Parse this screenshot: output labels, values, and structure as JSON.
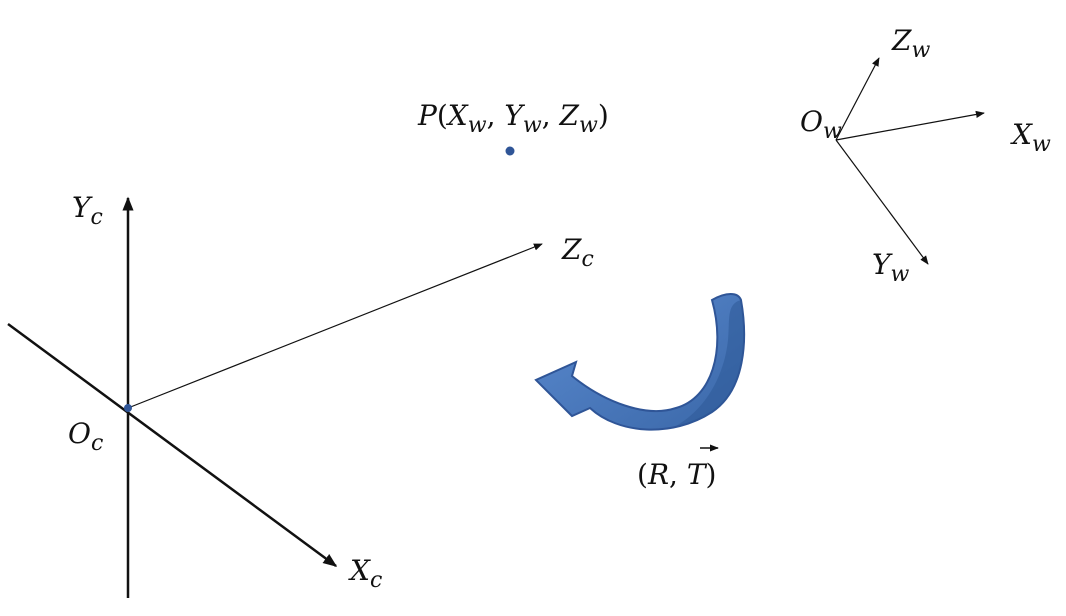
{
  "point": {
    "name": "P",
    "args": [
      "X",
      "w",
      "Y",
      "w",
      "Z",
      "w"
    ]
  },
  "camera_frame": {
    "origin": {
      "base": "O",
      "sub": "c"
    },
    "y_axis": {
      "base": "Y",
      "sub": "c"
    },
    "z_axis": {
      "base": "Z",
      "sub": "c"
    },
    "x_axis": {
      "base": "X",
      "sub": "c"
    }
  },
  "world_frame": {
    "origin": {
      "base": "O",
      "sub": "w"
    },
    "z_axis": {
      "base": "Z",
      "sub": "w"
    },
    "x_axis": {
      "base": "X",
      "sub": "w"
    },
    "y_axis": {
      "base": "Y",
      "sub": "w"
    }
  },
  "transform": {
    "rotation": "R",
    "translation": "T"
  },
  "colors": {
    "rotation_arrow": "#4a78b8",
    "rotation_arrow_edge": "#2f5597",
    "point_dot": "#2f5597",
    "axes": "#111111"
  }
}
